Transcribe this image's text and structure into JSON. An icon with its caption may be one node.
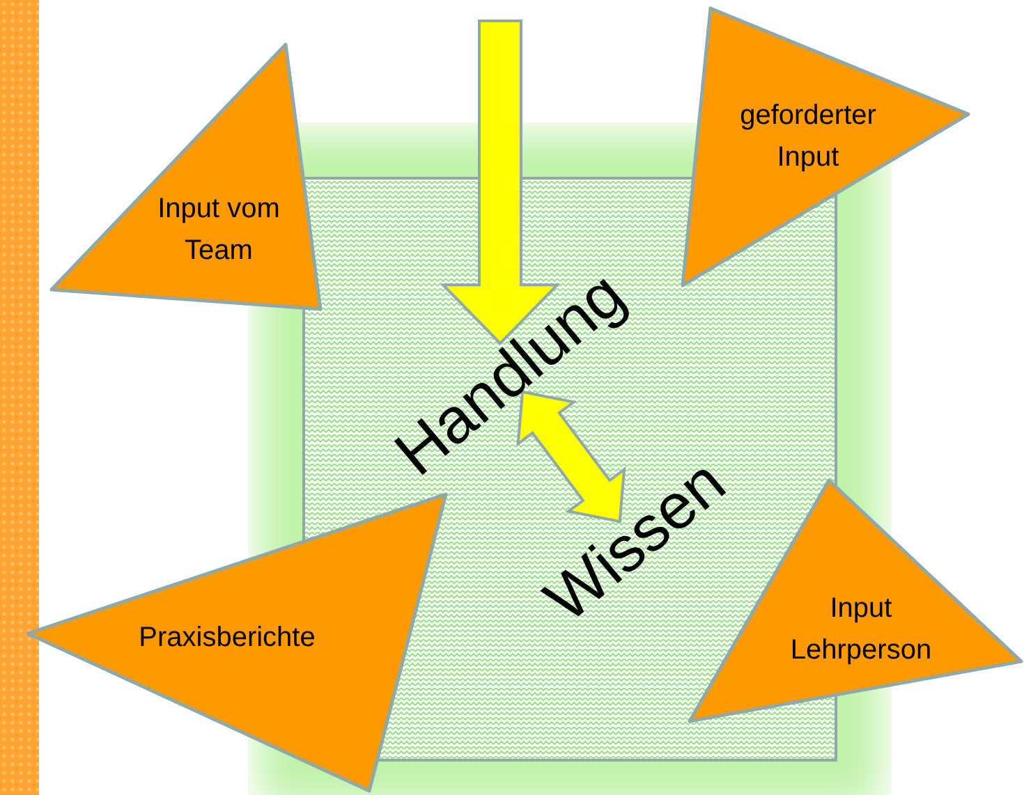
{
  "diagram": {
    "nodes": [
      {
        "text": [],
        "shape": "box"
      },
      {
        "text": [
          "Handlung"
        ],
        "in": 0
      },
      {
        "text": [
          "Wissen"
        ],
        "in": 0
      },
      {
        "text": [
          "Input vom Team"
        ]
      },
      {
        "text": [
          "geforderter Input"
        ]
      },
      {
        "text": [
          "Praxisberichte"
        ]
      },
      {
        "text": [
          "Input Lehrperson"
        ]
      }
    ],
    "edges": [
      {
        "from": null,
        "to": 1,
        "arrow": "to"
      },
      {
        "from": 1,
        "to": 2,
        "arrow": "both"
      }
    ]
  }
}
